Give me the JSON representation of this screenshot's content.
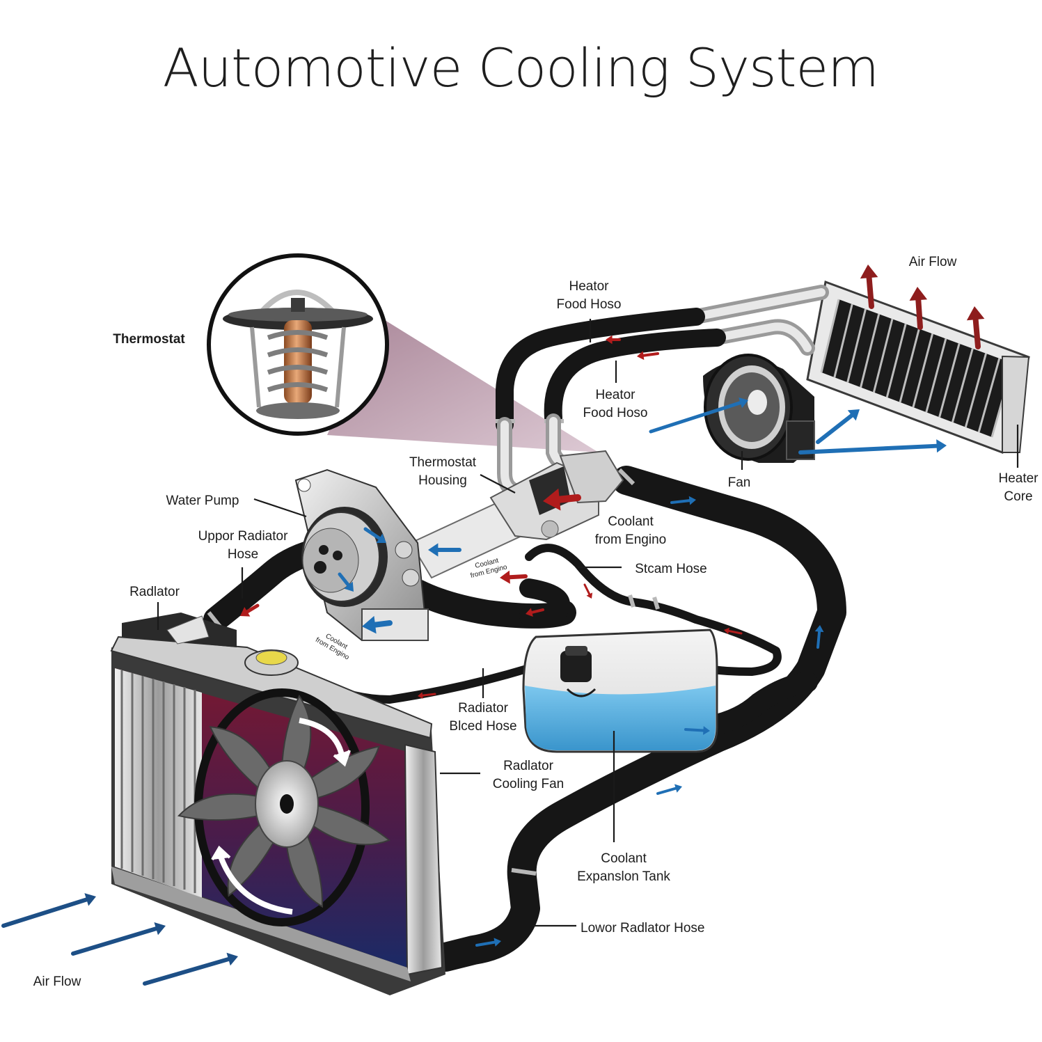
{
  "title": "Automotive Cooling System",
  "labels": {
    "thermostat": "Thermostat",
    "air_flow_top": "Air Flow",
    "heater_food_hose_1": [
      "Heator",
      "Food Hoso"
    ],
    "heater_food_hose_2": [
      "Heator",
      "Food Hoso"
    ],
    "thermostat_housing": [
      "Thermostat",
      "Housing"
    ],
    "water_pump": "Water Pump",
    "upper_radiator_hose": [
      "Uppor Radiator",
      "Hose"
    ],
    "radiator": "Radlator",
    "coolant_from_engine_1": [
      "Coolant",
      "from Engino"
    ],
    "coolant_from_engine_small_1": [
      "Coolant",
      "from Engino"
    ],
    "coolant_from_engine_small_2": [
      "Coolant",
      "from Engino"
    ],
    "steam_hose": "Stcam Hose",
    "fan": "Fan",
    "heater_core": [
      "Heater",
      "Core"
    ],
    "radiator_bleed_hose": [
      "Radiator",
      "Blced Hose"
    ],
    "radiator_cooling_fan": [
      "Radlator",
      "Cooling Fan"
    ],
    "coolant_expansion_tank": [
      "Coolant",
      "Expanslon Tank"
    ],
    "lower_radiator_hose": "Lowor Radlator Hose",
    "air_flow_bottom": "Air Flow"
  },
  "colors": {
    "hot_coolant": "#b01c1c",
    "cold_coolant": "#1f6fb5",
    "air_arrow": "#1d4f86",
    "hot_air": "#8e1d1d",
    "hose": "#161616",
    "tank_fluid": "#5eb6e3",
    "radiator_core_top": "#7a1830",
    "radiator_core_bottom": "#1b2a66",
    "magnifier": "#8f6a7c"
  },
  "icons": {
    "thermostat_inset": "thermostat-icon",
    "fan_blade": "fan-icon",
    "radiator_cap": "radiator-cap-icon",
    "tank_cap": "tank-cap-icon"
  }
}
